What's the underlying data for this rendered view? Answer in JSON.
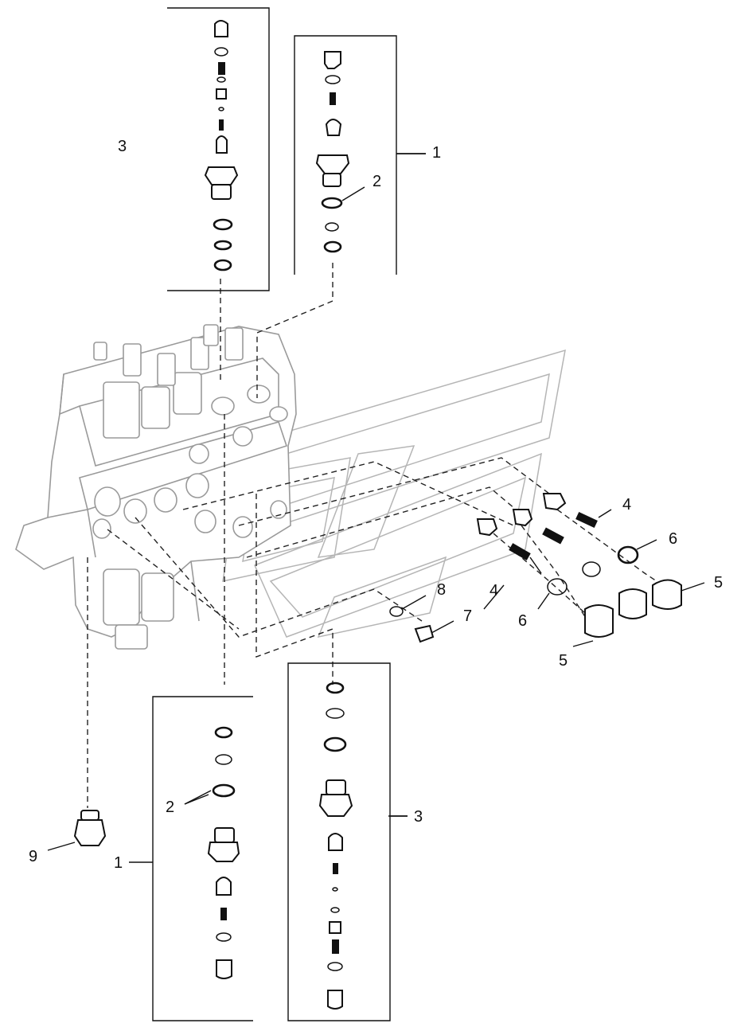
{
  "callouts": [
    {
      "id": "c1-top",
      "text": "1"
    },
    {
      "id": "c2-top",
      "text": "2"
    },
    {
      "id": "c3-top",
      "text": "3"
    },
    {
      "id": "c4-upper",
      "text": "4"
    },
    {
      "id": "c4-lower",
      "text": "4"
    },
    {
      "id": "c5-right",
      "text": "5"
    },
    {
      "id": "c5-lower",
      "text": "5"
    },
    {
      "id": "c6-right",
      "text": "6"
    },
    {
      "id": "c6-lower",
      "text": "6"
    },
    {
      "id": "c7",
      "text": "7"
    },
    {
      "id": "c8",
      "text": "8"
    },
    {
      "id": "c3-bottom",
      "text": "3"
    },
    {
      "id": "c2-bottom",
      "text": "2"
    },
    {
      "id": "c1-bottom",
      "text": "1"
    },
    {
      "id": "c9",
      "text": "9"
    }
  ]
}
